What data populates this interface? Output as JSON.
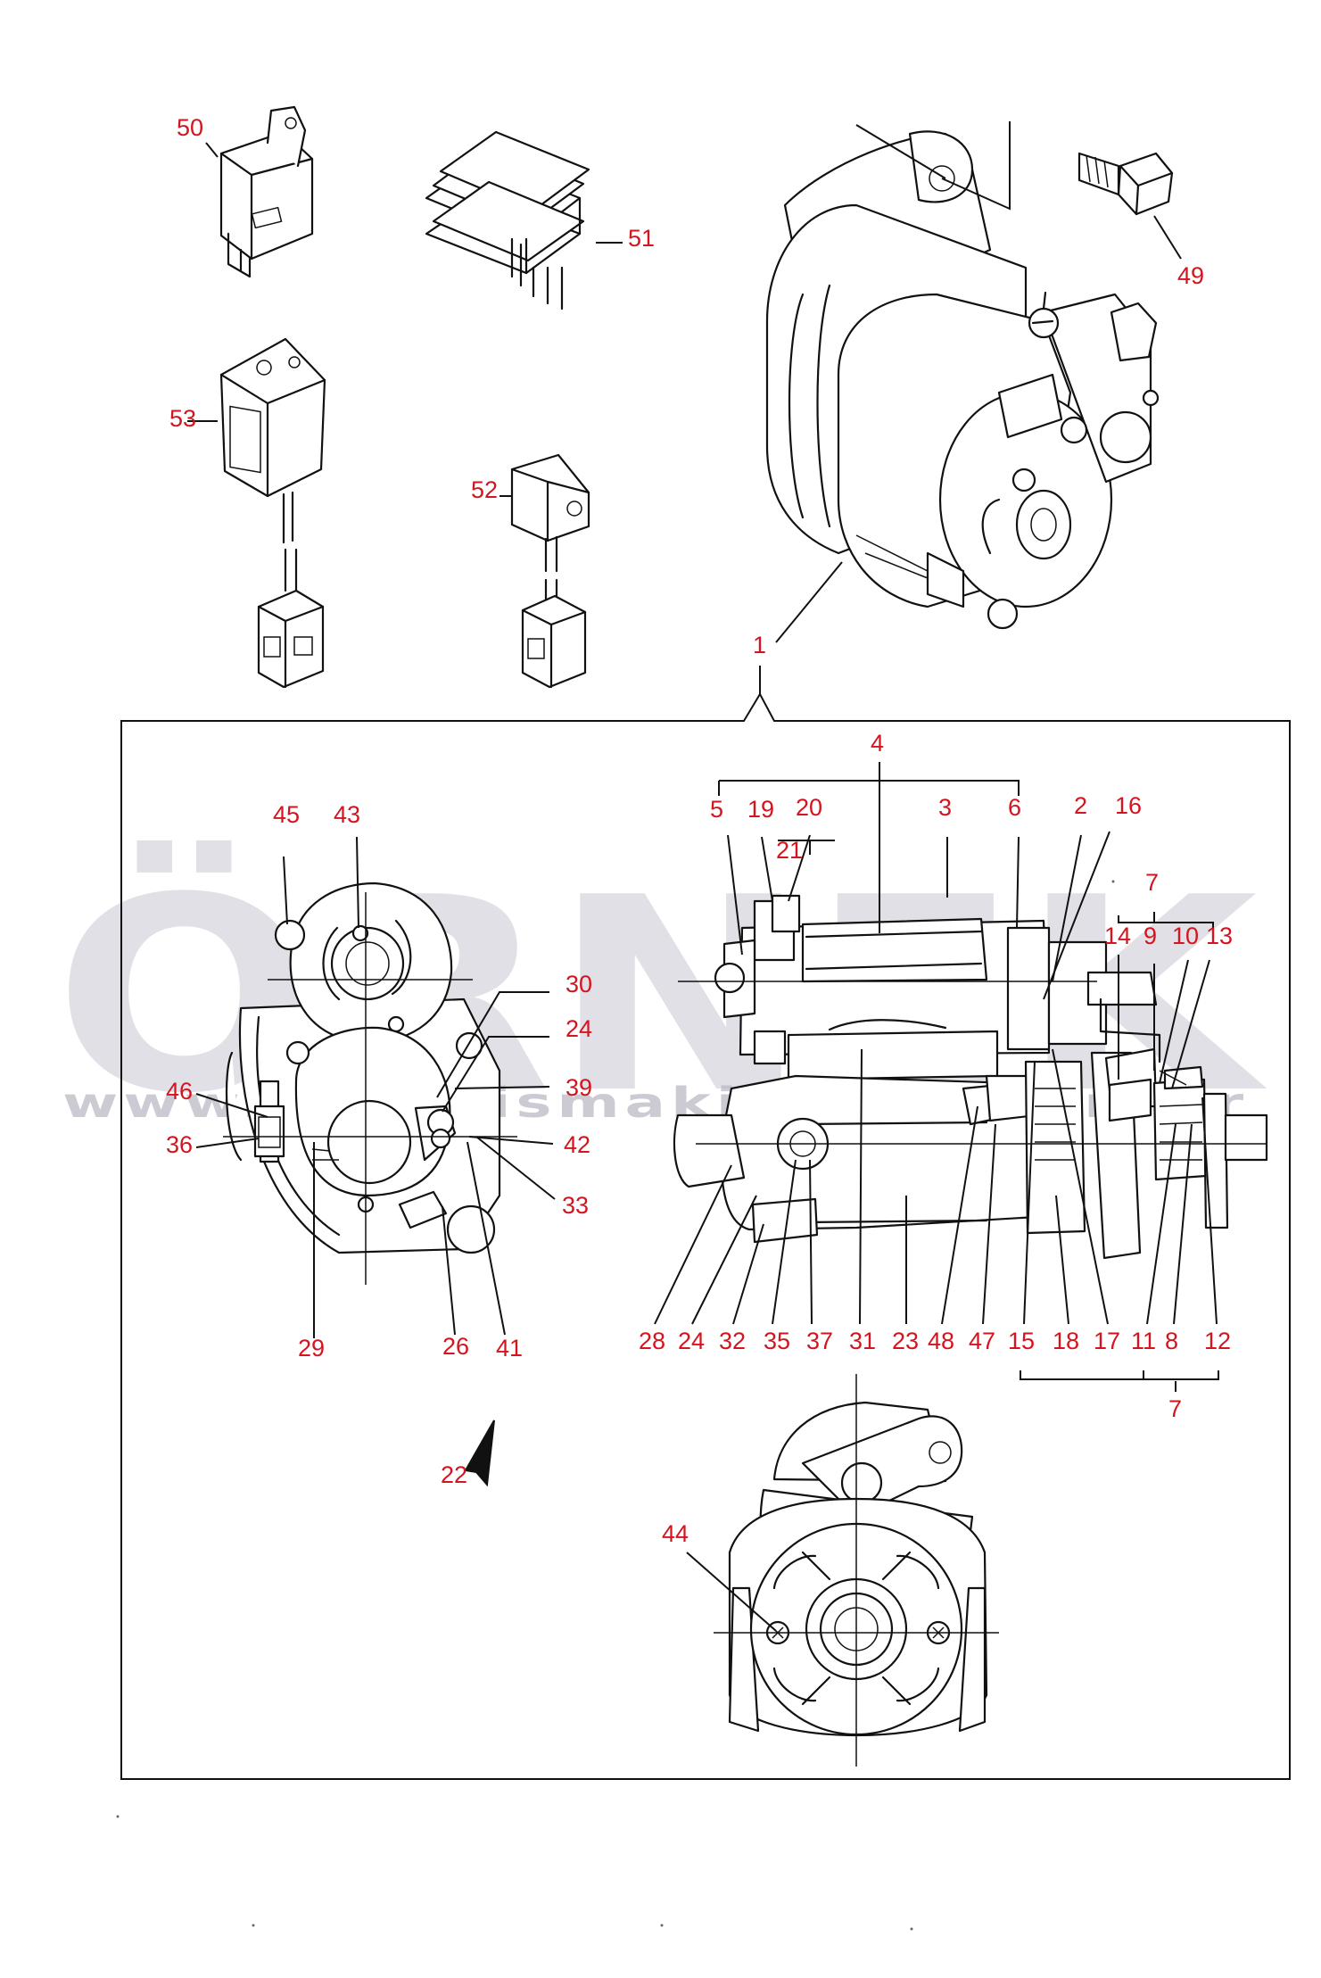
{
  "watermark": {
    "text": "ÖRNEK",
    "url": "www.ornekismakinalari.com.tr",
    "accent_color": "#f2c400",
    "text_color": "#c9c8d2"
  },
  "colors": {
    "callout": "#d4141e",
    "line": "#111111"
  },
  "callouts": {
    "c50": "50",
    "c51": "51",
    "c53": "53",
    "c52": "52",
    "c49": "49",
    "c1": "1",
    "c4": "4",
    "c5": "5",
    "c19": "19",
    "c20": "20",
    "c3": "3",
    "c6": "6",
    "c2": "2",
    "c16": "16",
    "c21": "21",
    "c7a": "7",
    "c14": "14",
    "c9": "9",
    "c10": "10",
    "c13": "13",
    "c45": "45",
    "c43": "43",
    "c30": "30",
    "c24a": "24",
    "c39": "39",
    "c46": "46",
    "c36": "36",
    "c42": "42",
    "c33": "33",
    "c29": "29",
    "c26": "26",
    "c41": "41",
    "c28": "28",
    "c24b": "24",
    "c32": "32",
    "c35": "35",
    "c37": "37",
    "c31": "31",
    "c23": "23",
    "c48": "48",
    "c47": "47",
    "c15": "15",
    "c18": "18",
    "c17": "17",
    "c11": "11",
    "c8": "8",
    "c12": "12",
    "c7b": "7",
    "c22": "22",
    "c44": "44"
  }
}
